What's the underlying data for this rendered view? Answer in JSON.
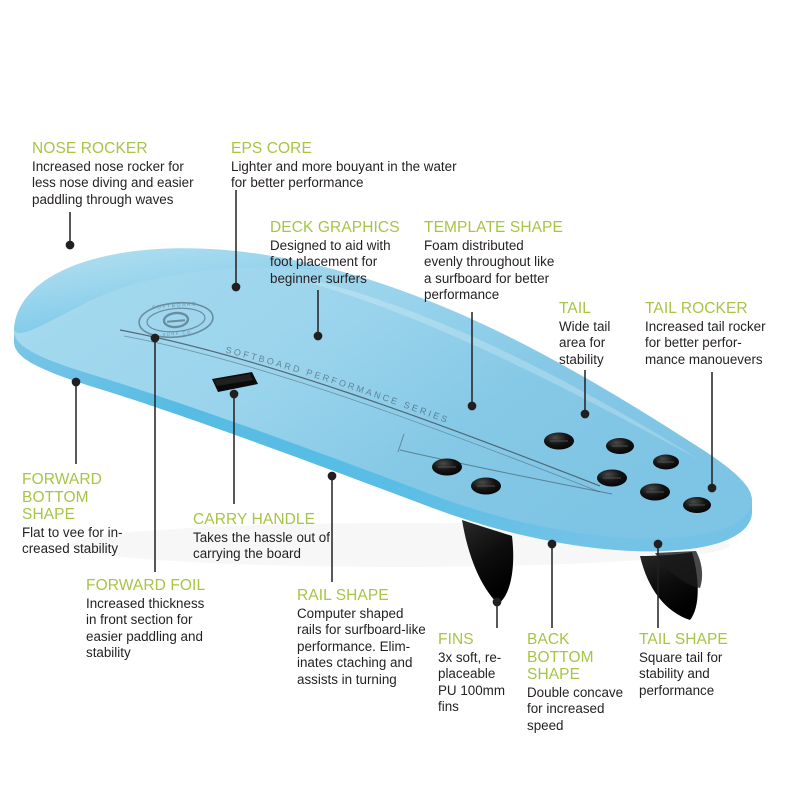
{
  "graphic": {
    "subject": "soft-top foam surfboard, three-quarter view, nose at left, tail at right",
    "board_color": "#8ccce8",
    "board_color_light": "#b9e0f0",
    "board_color_deep": "#5ec0e4",
    "accent_green": "#a7c544",
    "text_color": "#231f20",
    "background": "#ffffff",
    "fin_color": "#111111",
    "plug_count": 8,
    "fin_count": 2
  },
  "annotations": [
    {
      "id": "nose-rocker",
      "title": "NOSE ROCKER",
      "body": "Increased nose rocker for\nless nose diving and easier\npaddling through waves"
    },
    {
      "id": "eps-core",
      "title": "EPS CORE",
      "body": "Lighter and more bouyant in the water\nfor better performance"
    },
    {
      "id": "deck-graphics",
      "title": "DECK GRAPHICS",
      "body": "Designed to aid with\nfoot placement for\nbeginner surfers"
    },
    {
      "id": "template-shape",
      "title": "TEMPLATE SHAPE",
      "body": "Foam distributed\nevenly throughout like\na surfboard for better\nperformance"
    },
    {
      "id": "tail",
      "title": "TAIL",
      "body": "Wide tail\narea for\nstability"
    },
    {
      "id": "tail-rocker",
      "title": "TAIL ROCKER",
      "body": "Increased tail rocker\nfor better perfor-\nmance manouevers"
    },
    {
      "id": "forward-bottom-shape",
      "title": "FORWARD\nBOTTOM\nSHAPE",
      "body": "Flat to vee for in-\ncreased stability"
    },
    {
      "id": "carry-handle",
      "title": "CARRY HANDLE",
      "body": "Takes the hassle out of\ncarrying the board"
    },
    {
      "id": "forward-foil",
      "title": "FORWARD FOIL",
      "body": "Increased thickness\nin front section for\neasier paddling and\nstability"
    },
    {
      "id": "rail-shape",
      "title": "RAIL SHAPE",
      "body": "Computer shaped\nrails for surfboard-like\nperformance. Elim-\ninates ctaching and\nassists in turning"
    },
    {
      "id": "fins",
      "title": "FINS",
      "body": "3x soft, re-\nplaceable\nPU 100mm\nfins"
    },
    {
      "id": "back-bottom-shape",
      "title": "BACK\nBOTTOM\nSHAPE",
      "body": "Double concave\nfor increased\nspeed"
    },
    {
      "id": "tail-shape",
      "title": "TAIL SHAPE",
      "body": "Square tail for\nstability and\nperformance"
    }
  ]
}
